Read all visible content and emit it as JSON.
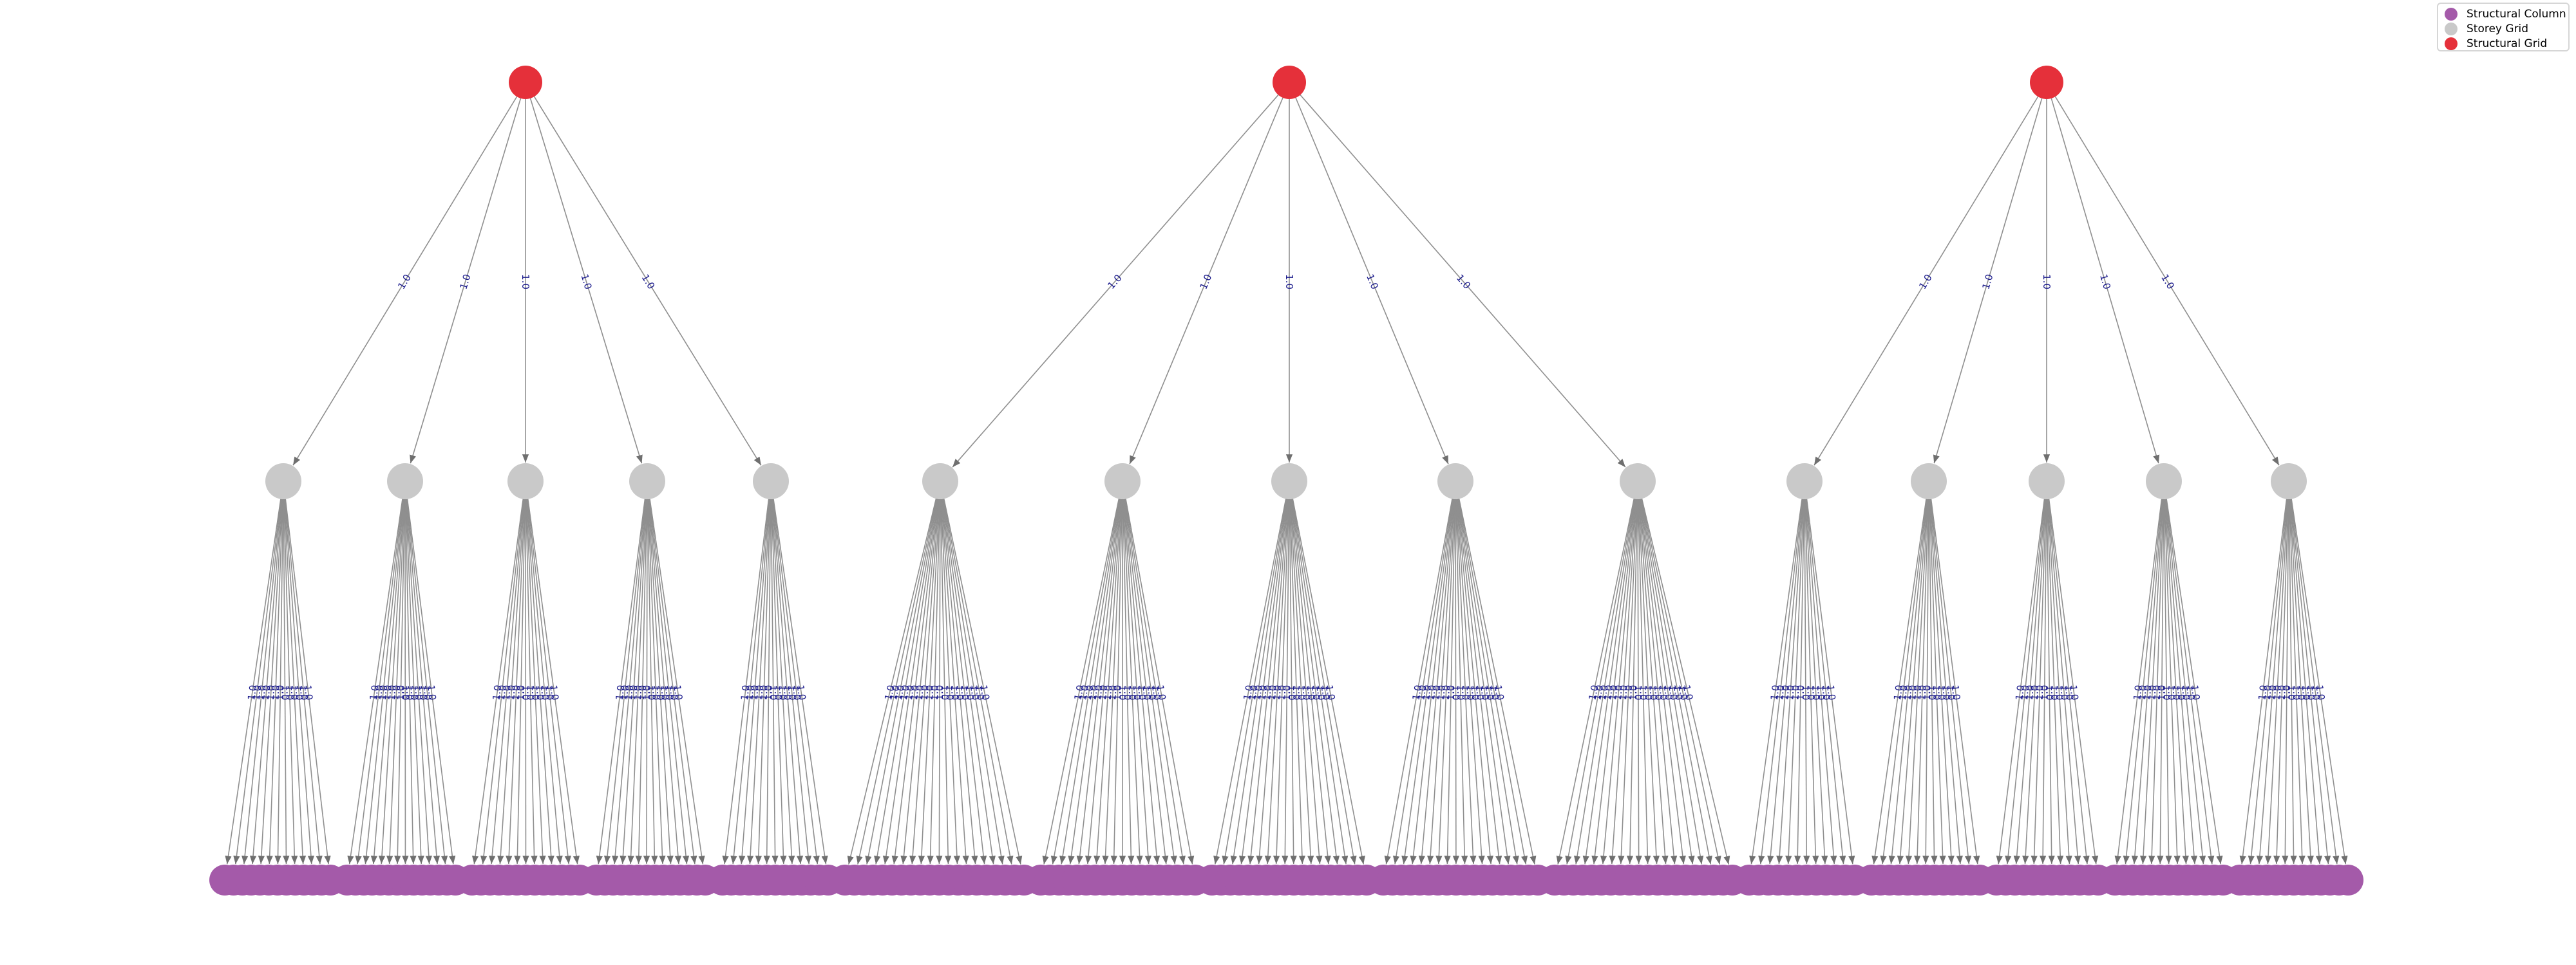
{
  "legend": {
    "items": [
      {
        "label": "Structural Column",
        "color": "#a45aa9"
      },
      {
        "label": "Storey Grid",
        "color": "#c9c9c9"
      },
      {
        "label": "Structural Grid",
        "color": "#e5303a"
      }
    ]
  },
  "colors": {
    "structural_grid": "#e5303a",
    "storey_grid": "#c9c9c9",
    "structural_column": "#a45aa9",
    "edge": "#8f8f8f",
    "edge_label": "#1a1a8c"
  },
  "edge_label_text": "1.0",
  "diagram": {
    "structural_grids": [
      {
        "storey_grids": [
          {
            "columns": 13
          },
          {
            "columns": 14
          },
          {
            "columns": 13
          },
          {
            "columns": 14
          },
          {
            "columns": 13
          }
        ]
      },
      {
        "storey_grids": [
          {
            "columns": 20
          },
          {
            "columns": 18
          },
          {
            "columns": 18
          },
          {
            "columns": 18
          },
          {
            "columns": 20
          }
        ]
      },
      {
        "storey_grids": [
          {
            "columns": 12
          },
          {
            "columns": 13
          },
          {
            "columns": 12
          },
          {
            "columns": 13
          },
          {
            "columns": 13
          }
        ]
      }
    ]
  }
}
